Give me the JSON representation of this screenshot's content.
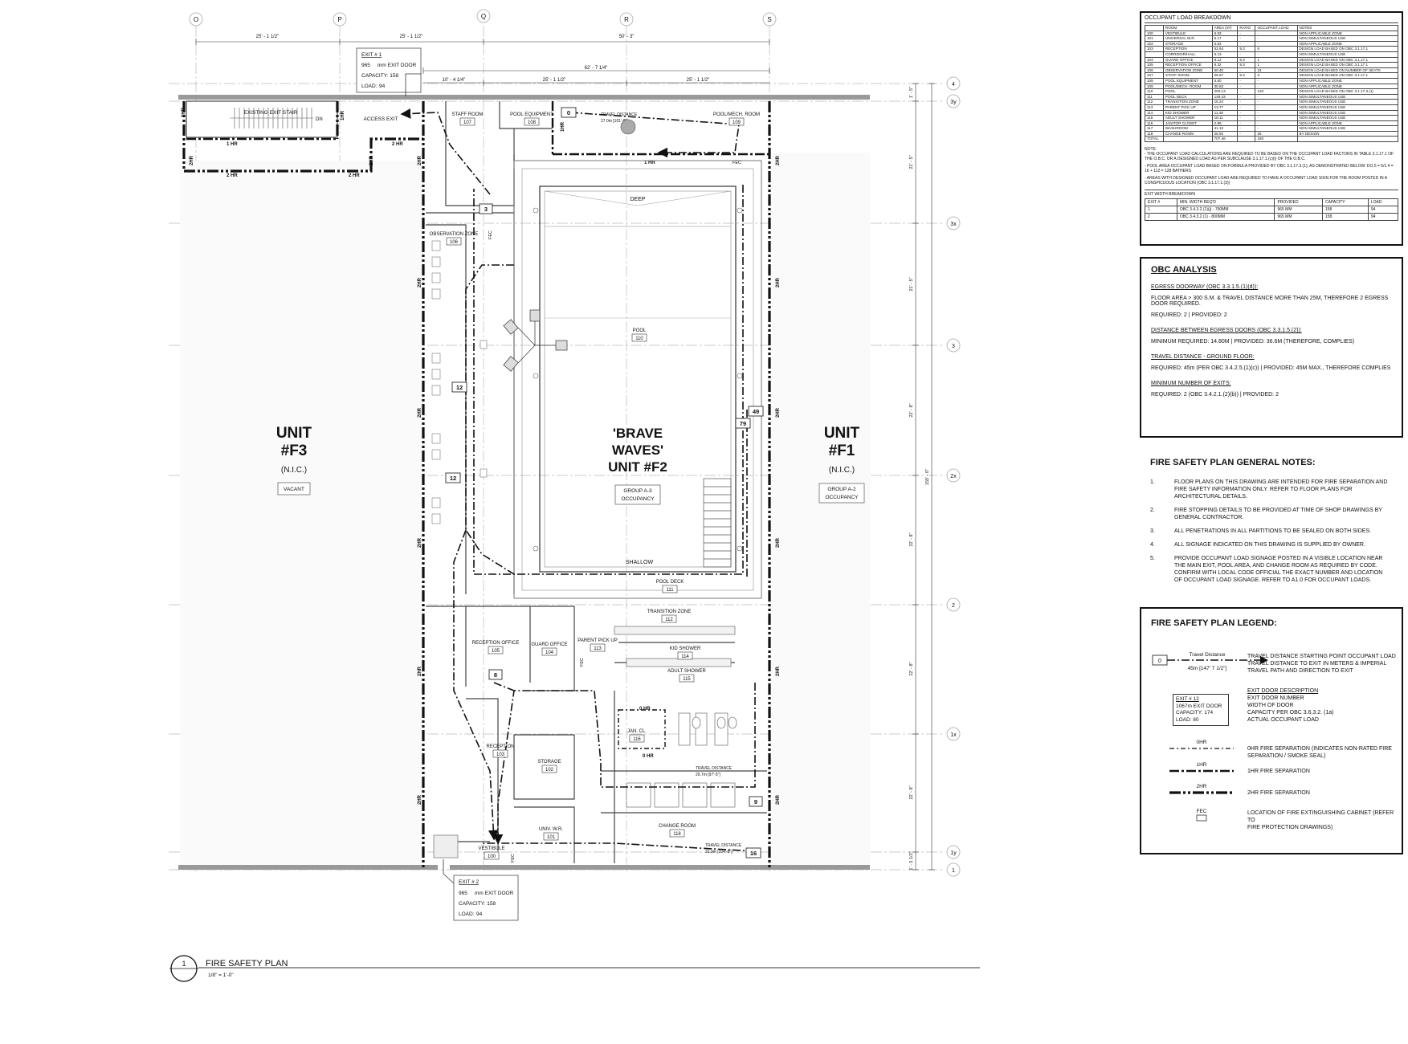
{
  "drawing": {
    "title": "FIRE SAFETY PLAN",
    "scale": "1/8\" = 1'-0\"",
    "detail_number": "1"
  },
  "grid": {
    "columns": [
      "O",
      "P",
      "Q",
      "R",
      "S"
    ],
    "rows": [
      "4",
      "3y",
      "3x",
      "3",
      "2x",
      "2",
      "1x",
      "1y",
      "1"
    ]
  },
  "dimensions": {
    "top": [
      "25' - 1 1/2\"",
      "25' - 1 1/2\"",
      "50' - 3\""
    ],
    "second": [
      "62' - 7 1/4\""
    ],
    "third": [
      "10' - 4 1/4\"",
      "25' - 1 1/2\"",
      "25' - 1 1/2\""
    ],
    "right": [
      "1' - 5\"",
      "21' - 5\"",
      "21' - 5\"",
      "22' - 8\"",
      "22' - 8\"",
      "22' - 8\"",
      "22' - 8\"",
      "1' - 5 1/2\""
    ],
    "overall_right": "155' - 0\""
  },
  "units": {
    "f3": {
      "line1": "UNIT",
      "line2": "#F3",
      "nic": "(N.I.C.)",
      "tag": "VACANT"
    },
    "f2": {
      "line1": "'BRAVE",
      "line2": "WAVES'",
      "line3": "UNIT #F2",
      "tag1": "GROUP A-3",
      "tag2": "OCCUPANCY"
    },
    "f1": {
      "line1": "UNIT",
      "line2": "#F1",
      "nic": "(N.I.C.)",
      "tag1": "GROUP A-2",
      "tag2": "OCCUPANCY"
    }
  },
  "rooms": [
    {
      "name": "STAFF ROOM",
      "num": "107"
    },
    {
      "name": "POOL EQUIPMENT",
      "num": "108"
    },
    {
      "name": "POOL/MECH. ROOM",
      "num": "109"
    },
    {
      "name": "OBSERVATION ZONE",
      "num": "106"
    },
    {
      "name": "POOL",
      "num": "110"
    },
    {
      "name": "POOL DECK",
      "num": "111"
    },
    {
      "name": "TRANSITION ZONE",
      "num": "112"
    },
    {
      "name": "PARENT PICK UP",
      "num": "113"
    },
    {
      "name": "KID SHOWER",
      "num": "114"
    },
    {
      "name": "ADULT SHOWER",
      "num": "115"
    },
    {
      "name": "RECEPTION OFFICE",
      "num": "105"
    },
    {
      "name": "GUARD OFFICE",
      "num": "104"
    },
    {
      "name": "JAN. CL.",
      "num": "116"
    },
    {
      "name": "RECEPTION",
      "num": "103"
    },
    {
      "name": "STORAGE",
      "num": "102"
    },
    {
      "name": "UNIV. W.R.",
      "num": "101"
    },
    {
      "name": "VESTIBULE",
      "num": "100"
    },
    {
      "name": "CHANGE ROOM",
      "num": "118"
    }
  ],
  "plan_labels": {
    "existing_stair": "EXISTING EXIT STAIR",
    "dn": "DN",
    "access_exit": "ACCESS EXIT",
    "deep": "DEEP",
    "shallow": "SHALLOW",
    "fec": "FEC",
    "hr1": "1 HR",
    "hr2": "2 HR",
    "hr0": "0 HR",
    "hr1v": "1HR",
    "hr2v": "2HR",
    "travel_distance": "TRAVEL DISTANCE"
  },
  "travel_markers": [
    "0",
    "3",
    "12",
    "12",
    "79",
    "49",
    "8",
    "9",
    "16"
  ],
  "travel_notes": {
    "top": "27.0m [101'-8\"]",
    "change_room": "29.7m [97'-5\"]",
    "lower": "31.9m [104'-8\"]"
  },
  "exits": [
    {
      "title": "EXIT # 1",
      "width_val": "965",
      "width_txt": "mm EXIT DOOR",
      "capacity": "CAPACITY: 158",
      "load_lbl": "LOAD:",
      "load_val": "94"
    },
    {
      "title": "EXIT # 2",
      "width_val": "965",
      "width_txt": "mm EXIT DOOR",
      "capacity": "CAPACITY: 158",
      "load_lbl": "LOAD:",
      "load_val": "94"
    }
  ],
  "occupant_table": {
    "title": "OCCUPANT LOAD BREAKDOWN",
    "headers": [
      "",
      "ROOM",
      "AREA (m²)",
      "RATIO",
      "OCCUPANT LOAD",
      "NOTES"
    ],
    "rows": [
      [
        "100",
        "VESTIBULE",
        "6.93",
        "-",
        "-",
        "NON APPLICABLE ZONE"
      ],
      [
        "101",
        "UNIVERSAL W.R.",
        "6.17",
        "-",
        "-",
        "NON SIMULTANEOUS USE"
      ],
      [
        "102",
        "STORAGE",
        "5.52",
        "-",
        "-",
        "NON APPLICABLE ZONE"
      ],
      [
        "103",
        "RECEPTION",
        "52.64",
        "9.3",
        "6",
        "DESIGN LOAD BASED ON OBC 3.1.17.1"
      ],
      [
        "",
        "CORRIDOR/HALL",
        "6.13",
        "-",
        "-",
        "NON SIMULTANEOUS USE"
      ],
      [
        "104",
        "GUARD OFFICE",
        "8.12",
        "9.3",
        "1",
        "DESIGN LOAD BASED ON OBC 3.1.17.1"
      ],
      [
        "105",
        "RECEPTION OFFICE",
        "8.32",
        "9.3",
        "1",
        "DESIGN LOAD BASED ON OBC 3.1.17.1"
      ],
      [
        "106",
        "OBSERVATION ZONE",
        "60.40",
        "-",
        "24",
        "DESIGN LOAD BASED ON NUMBER OF SEATS"
      ],
      [
        "107",
        "STAFF ROOM",
        "25.67",
        "9.3",
        "3",
        "DESIGN LOAD BASED ON OBC 3.1.17.1"
      ],
      [
        "108",
        "POOL EQUIPMENT",
        "5.50",
        "-",
        "-",
        "NON APPLICABLE ZONE"
      ],
      [
        "109",
        "POOL/MECH. ROOM",
        "30.63",
        "-",
        "-",
        "NON APPLICABLE ZONE"
      ],
      [
        "110",
        "POOL",
        "200.13",
        "-",
        "120",
        "DESIGN LOAD BASED ON OBC 3.1.17.3.(1)"
      ],
      [
        "111",
        "POOL DECK",
        "149.43",
        "-",
        "-",
        "NON SIMULTANEOUS USE"
      ],
      [
        "112",
        "TRANSITION ZONE",
        "15.24",
        "-",
        "-",
        "NON SIMULTANEOUS USE"
      ],
      [
        "113",
        "PARENT PICK UP",
        "13.77",
        "-",
        "-",
        "NON SIMULTANEOUS USE"
      ],
      [
        "114",
        "KID SHOWER",
        "11.48",
        "-",
        "-",
        "NON SIMULTANEOUS USE"
      ],
      [
        "115",
        "ADULT SHOWER",
        "18.11",
        "-",
        "-",
        "NON SIMULTANEOUS USE"
      ],
      [
        "116",
        "JANITOR CLOSET",
        "2.89",
        "-",
        "-",
        "NON APPLICABLE ZONE"
      ],
      [
        "117",
        "WASHROOM",
        "41.13",
        "-",
        "-",
        "NON SIMULTANEOUS USE"
      ],
      [
        "118",
        "CHANGE ROOM",
        "26.92",
        "-",
        "25",
        "BY DESIGN"
      ],
      [
        "TOTAL",
        "",
        "707.46",
        "",
        "180",
        ""
      ]
    ],
    "note_label": "NOTE:",
    "notes": [
      "- THE OCCUPANT LOAD CALCULATIONS ARE REQUIRED TO BE BASED ON THE OCCUPANT LOAD FACTORS IN TABLE 3.1.17.1 OF THE O.B.C. OR A DESIGNED LOAD AS PER SUBCLAUSE 3.1.17.1.(c)(i) OF THE O.B.C.",
      "- POOL AREA OCCUPANT LOAD BASED ON FORMULA PROVIDED BY OBC 3.1.17.3.(1), AS DEMONSTRATED BELOW: DO.5 = 6/1.4 = 16 + 112 = 128 BATHERS",
      "- AREAS WITH DESIGNED OCCUPANT LOAD ARE REQUIRED TO HAVE A OCCUPANT LOAD SIGN FOR THE ROOM POSTED IN A CONSPICUOUS LOCATION (OBC 3.1.17.1.(3))"
    ]
  },
  "exit_width_table": {
    "title": "EXIT WIDTH BREAKDOWN",
    "headers": [
      "EXIT #",
      "MIN. WIDTH REQ'D",
      "PROVIDED",
      "CAPACITY",
      "LOAD"
    ],
    "rows": [
      [
        "1",
        "OBC 3.4.3.2.(1)(j) - 790MM",
        "965 MM",
        "158",
        "94"
      ],
      [
        "2",
        "OBC 3.4.3.2.(1) - 800MM",
        "965 MM",
        "158",
        "94"
      ]
    ]
  },
  "obc": {
    "title": "OBC ANALYSIS",
    "items": [
      {
        "heading": "EGRESS DOORWAY (OBC 3.3.1.5.(1)(d)):",
        "lines": [
          "FLOOR AREA > 300 S.M. & TRAVEL DISTANCE MORE THAN 25M, THEREFORE 2 EGRESS DOOR REQUIRED.",
          "REQUIRED: 2 | PROVIDED: 2"
        ]
      },
      {
        "heading": "DISTANCE BETWEEN EGRESS DOORS (OBC 3.3.1.5.(2)):",
        "lines": [
          "MINIMUM REQUIRED: 14.80M | PROVIDED: 36.6M (THEREFORE, COMPLIES)"
        ]
      },
      {
        "heading": "TRAVEL DISTANCE - GROUND FLOOR:",
        "lines": [
          "REQUIRED: 45m (PER OBC 3.4.2.5.(1)(c)) | PROVIDED: 45M MAX., THEREFORE COMPLIES"
        ]
      },
      {
        "heading": "MINIMUM NUMBER OF EXITS:",
        "lines": [
          "REQUIRED: 2 (OBC 3.4.2.1.(2)(b)) | PROVIDED: 2"
        ]
      }
    ]
  },
  "general_notes": {
    "title": "FIRE SAFETY PLAN GENERAL NOTES:",
    "items": [
      {
        "n": "1.",
        "t": "FLOOR PLANS ON THIS DRAWING ARE INTENDED FOR FIRE SEPARATION AND FIRE SAFETY INFORMATION ONLY. REFER TO FLOOR PLANS FOR ARCHITECTURAL DETAILS."
      },
      {
        "n": "2.",
        "t": "FIRE STOPPING DETAILS TO BE PROVIDED AT TIME OF SHOP DRAWINGS BY GENERAL CONTRACTOR."
      },
      {
        "n": "3.",
        "t": "ALL PENETRATIONS IN ALL PARTITIONS TO BE SEALED ON BOTH SIDES."
      },
      {
        "n": "4.",
        "t": "ALL SIGNAGE INDICATED ON THIS DRAWING IS SUPPLIED BY OWNER."
      },
      {
        "n": "5.",
        "t": "PROVIDE OCCUPANT LOAD SIGNAGE POSTED IN A VISIBLE LOCATION NEAR THE MAIN EXIT, POOL AREA, AND CHANGE ROOM AS REQUIRED BY CODE. CONFIRM WITH LOCAL CODE OFFICIAL THE EXACT NUMBER AND LOCATION OF OCCUPANT LOAD SIGNAGE. REFER TO A1.0 FOR OCCUPANT LOADS."
      }
    ]
  },
  "legend": {
    "title": "FIRE SAFETY PLAN LEGEND:",
    "travel_sym_num": "0",
    "travel_sym_label": "Travel Distance",
    "travel_sym_value": "45m [147' 7 1/2\"]",
    "travel_desc": [
      "TRAVEL DISTANCE STARTING POINT OCCUPANT LOAD",
      "TRAVEL DISTANCE TO EXIT IN METERS & IMPERIAL",
      "TRAVEL PATH AND DIRECTION TO EXIT"
    ],
    "exit_sym": [
      "EXIT # 12",
      "1067m EXIT DOOR",
      "CAPACITY: 174",
      "LOAD: 80"
    ],
    "exit_desc_title": "EXIT DOOR DESCRIPTION",
    "exit_desc": [
      "EXIT DOOR NUMBER",
      "WIDTH OF DOOR",
      "CAPACITY PER OBC 3.6.3.2. (1a)",
      "ACTUAL OCCUPANT LOAD"
    ],
    "sep0_label": "0HR",
    "sep0_desc": [
      "0HR FIRE SEPARATION (INDICATES NON-RATED FIRE",
      "SEPARATION / SMOKE SEAL)"
    ],
    "sep1_label": "1HR",
    "sep1_desc": [
      "1HR FIRE SEPARATION"
    ],
    "sep2_label": "2HR",
    "sep2_desc": [
      "2HR FIRE SEPARATION"
    ],
    "fec_label": "FEC",
    "fec_desc": [
      "LOCATION OF FIRE EXTINGUISHING CABINET (REFER TO",
      "FIRE PROTECTION DRAWINGS)"
    ]
  }
}
